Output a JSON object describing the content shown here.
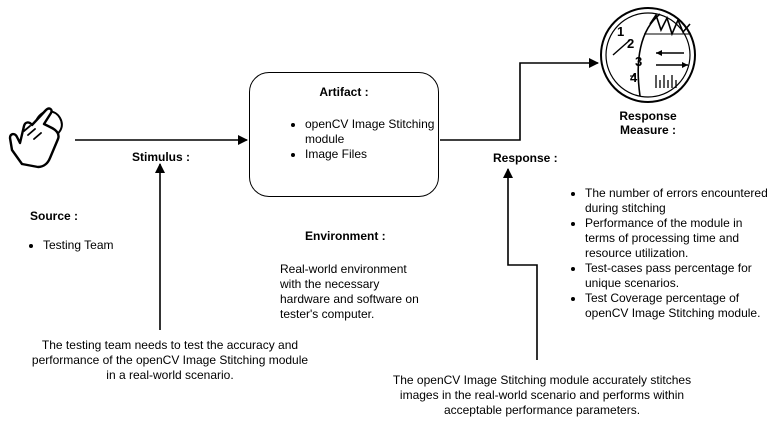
{
  "artifact": {
    "title": "Artifact :",
    "items": [
      "openCV Image Stitching module",
      "Image Files"
    ]
  },
  "stimulus": {
    "label": "Stimulus :",
    "description": "The testing team needs to test the accuracy and performance of the openCV Image Stitching module in a real-world scenario."
  },
  "source": {
    "label": "Source :",
    "items": [
      "Testing Team"
    ]
  },
  "environment": {
    "label": "Environment :",
    "description": "Real-world environment with the necessary hardware and software on tester's computer."
  },
  "response": {
    "label": "Response :",
    "description": "The openCV Image Stitching module accurately stitches images in the real-world scenario and performs within acceptable performance parameters."
  },
  "response_measure": {
    "label": "Response Measure :",
    "gauge_numbers": [
      "1",
      "2",
      "3",
      "4"
    ],
    "items": [
      "The number of errors encountered during stitching",
      "Performance of the module in terms of processing time and resource utilization.",
      "Test-cases pass percentage for unique scenarios.",
      "Test Coverage percentage of openCV Image Stitching module."
    ]
  },
  "icons": {
    "source": "hand-pointer-icon",
    "response_measure": "gauge-measure-icon"
  }
}
